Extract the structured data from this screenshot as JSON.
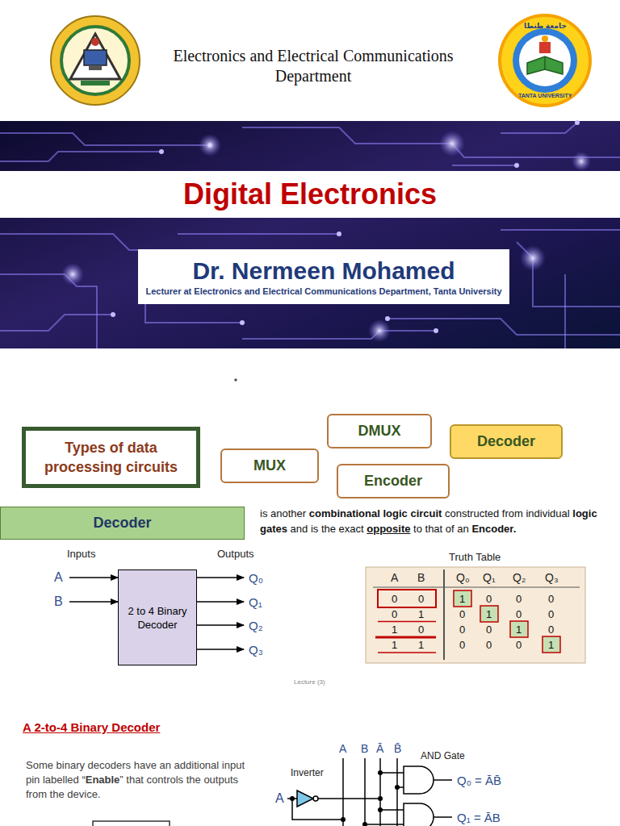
{
  "diagram": {
    "title": "Digital Electronics",
    "nodes": [
      {
        "text": [
          "Dr. Nermeen Mohamed",
          "Lecturer at Electronics and Electrical Communications Department, Tanta University"
        ]
      },
      {
        "text": [
          "Types of data processing circuits"
        ]
      },
      {
        "text": [
          "MUX"
        ]
      },
      {
        "text": [
          "DMUX"
        ]
      },
      {
        "text": [
          "Encoder"
        ]
      },
      {
        "text": [
          "Decoder"
        ]
      },
      {
        "text": [
          "Decoder"
        ]
      },
      {
        "text": [
          "2 to 4 Binary Decoder"
        ]
      }
    ],
    "labels": [
      "Electronics and Electrical Communications Department",
      "TANTA UNIVERSITY",
      "جامعة طنطا",
      "is another",
      "combinational logic circuit",
      "constructed from individual",
      "logic gates",
      "and is the exact",
      "opposite",
      "to that of an",
      "Encoder.",
      "Inputs",
      "Outputs",
      "A",
      "B",
      "Q₀",
      "Q₁",
      "Q₂",
      "Q₃",
      "Truth Table",
      "A",
      "B",
      "Q₀",
      "Q₁",
      "Q₂",
      "Q₃",
      "0",
      "0",
      "1",
      "0",
      "0",
      "0",
      "0",
      "1",
      "0",
      "1",
      "0",
      "0",
      "1",
      "0",
      "0",
      "0",
      "1",
      "0",
      "1",
      "1",
      "0",
      "0",
      "0",
      "1",
      "Lecture (3)",
      "A 2-to-4 Binary Decoder",
      "Some binary decoders have an additional input pin labelled “",
      "Enable",
      "” that controls the outputs from the device.",
      "A",
      "B",
      "Ā",
      "B̄",
      "Inverter",
      "AND Gate",
      "A",
      "Q₀ = ĀB̄",
      "Q₁ = ĀB"
    ]
  }
}
